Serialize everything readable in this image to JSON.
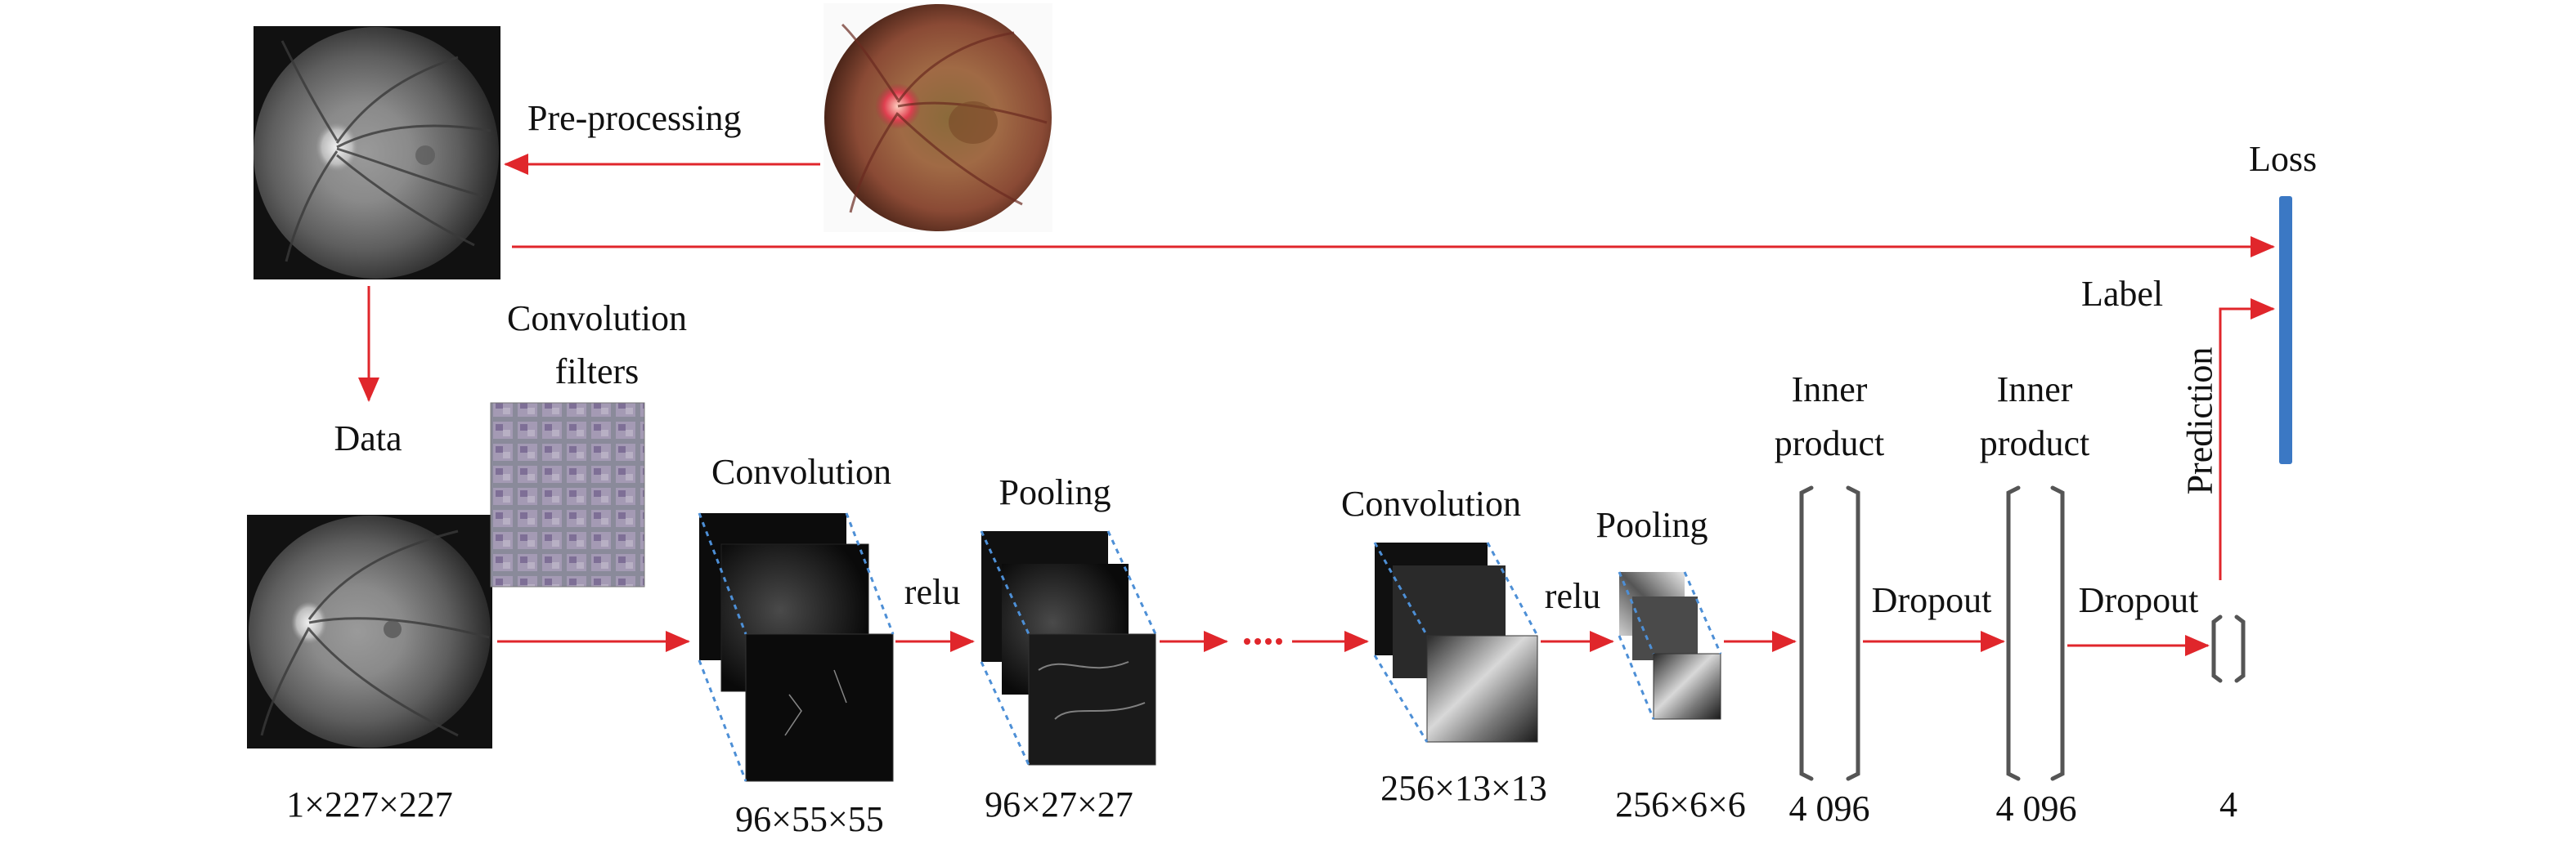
{
  "labels": {
    "preprocessing": "Pre-processing",
    "loss": "Loss",
    "label": "Label",
    "prediction": "Prediction",
    "data": "Data",
    "conv_filters_line1": "Convolution",
    "conv_filters_line2": "filters",
    "convolution1": "Convolution",
    "pooling1": "Pooling",
    "relu1": "relu",
    "convolution2": "Convolution",
    "pooling2": "Pooling",
    "relu2": "relu",
    "inner_product1_line1": "Inner",
    "inner_product1_line2": "product",
    "inner_product2_line1": "Inner",
    "inner_product2_line2": "product",
    "dropout1": "Dropout",
    "dropout2": "Dropout"
  },
  "dims": {
    "input": "1×227×227",
    "conv1": "96×55×55",
    "pool1": "96×27×27",
    "conv2": "256×13×13",
    "pool2": "256×6×6",
    "fc1": "4 096",
    "fc2": "4 096",
    "out": "4"
  },
  "colors": {
    "arrow": "#e0262b",
    "loss_bar": "#3b78c4",
    "bracket": "#555555",
    "cube_edge": "#4d8fd6"
  }
}
